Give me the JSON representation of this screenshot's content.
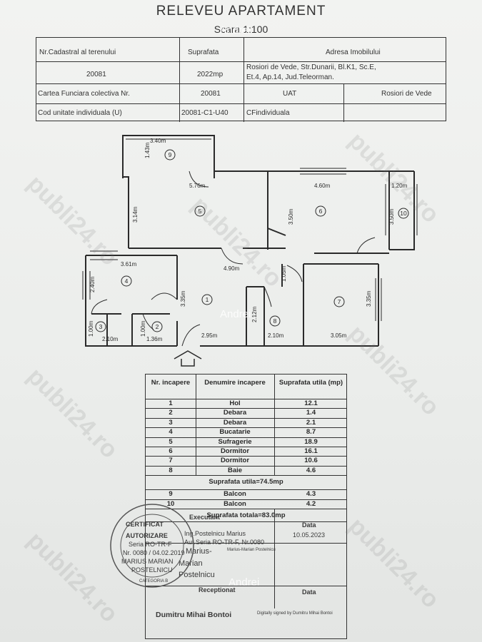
{
  "header": {
    "title": "RELEVEU APARTAMENT",
    "scale": "Scara 1:100"
  },
  "info": {
    "label_cadastral": "Nr.Cadastral al terenului",
    "label_area": "Suprafata",
    "label_address": "Adresa Imobilului",
    "cadastral_value": "20081",
    "area_value": "2022mp",
    "address_line1": "Rosiori de Vede, Str.Dunarii, Bl.K1, Sc.E,",
    "address_line2": "Et.4, Ap.14, Jud.Teleorman.",
    "label_landbook": "Cartea Funciara colectiva Nr.",
    "landbook_value": "20081",
    "label_uat": "UAT",
    "uat_value": "Rosiori de Vede",
    "label_unitcode": "Cod unitate individuala (U)",
    "unitcode_value": "20081-C1-U40",
    "individual_landbook": "CFindividuala"
  },
  "plan": {
    "room_numbers": {
      "1": "1",
      "2": "2",
      "3": "3",
      "4": "4",
      "5": "5",
      "6": "6",
      "7": "7",
      "8": "8",
      "9": "9",
      "10": "10"
    },
    "dims": {
      "d340": "3.40m",
      "d143": "1.43m",
      "d576": "5.76m",
      "d460": "4.60m",
      "d120": "1.20m",
      "d314": "3.14m",
      "d350a": "3.50m",
      "d350b": "3.50m",
      "d361": "3.61m",
      "d490": "4.90m",
      "d105": "1.05m",
      "d240": "2.40m",
      "d335a": "3.35m",
      "d335b": "3.35m",
      "d212": "2.12m",
      "d100a": "1.00m",
      "d100b": "1.00m",
      "d210a": "2.10m",
      "d136": "1.36m",
      "d295": "2.95m",
      "d210b": "2.10m",
      "d305": "3.05m"
    }
  },
  "rooms": {
    "headers": [
      "Nr. incapere",
      "Denumire incapere",
      "Suprafata utila (mp)"
    ],
    "rows": [
      {
        "no": "1",
        "name": "Hol",
        "area": "12.1"
      },
      {
        "no": "2",
        "name": "Debara",
        "area": "1.4"
      },
      {
        "no": "3",
        "name": "Debara",
        "area": "2.1"
      },
      {
        "no": "4",
        "name": "Bucatarie",
        "area": "8.7"
      },
      {
        "no": "5",
        "name": "Sufragerie",
        "area": "18.9"
      },
      {
        "no": "6",
        "name": "Dormitor",
        "area": "16.1"
      },
      {
        "no": "7",
        "name": "Dormitor",
        "area": "10.6"
      },
      {
        "no": "8",
        "name": "Baie",
        "area": "4.6"
      }
    ],
    "usable_total": "Suprafata utila=74.5mp",
    "balcony_rows": [
      {
        "no": "9",
        "name": "Balcon",
        "area": "4.3"
      },
      {
        "no": "10",
        "name": "Balcon",
        "area": "4.2"
      }
    ],
    "grand_total": "Suprafata totala=83.0mp"
  },
  "signature": {
    "label_executant": "Executant",
    "label_date": "Data",
    "executant_name": "Ing.Postelnicu  Marius",
    "executant_series": "Aut.Seria RO-TR-F,  Nr.0080",
    "date_value": "10.05.2023",
    "sig_line1": "Marius-",
    "sig_line2": "Marian",
    "sig_line3": "Postelnicu",
    "digital_note": "Marius-Marian Postelnicu",
    "label_receptionat": "Receptionat",
    "label_date2": "Data",
    "receiver_name": "Dumitru Mihai Bontoi",
    "receiver_note": "Digitally signed by Dumitru Mihai Bontoi"
  },
  "stamp": {
    "line1": "CERTIFICAT",
    "line2": "AUTORIZARE",
    "line3": "Seria RO-TR-F",
    "line4": "Nr. 0080 / 04.02.2019",
    "line5": "MARIUS MARIAN",
    "line6": "POSTELNICU",
    "line7": "CATEGORIA B"
  },
  "watermark": {
    "site": "publi24.ro",
    "user": "Andrei"
  }
}
